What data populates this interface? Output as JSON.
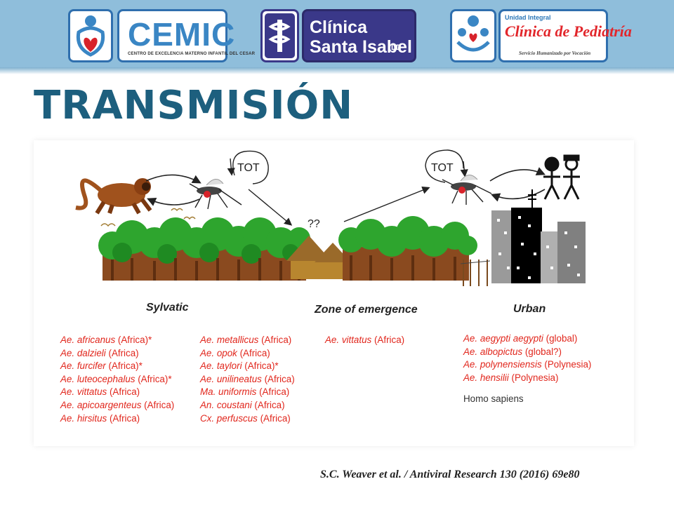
{
  "header": {
    "logos": [
      {
        "name": "cemic",
        "main": "CEMIC",
        "sub": "CENTRO DE EXCELENCIA MATERNO INFANTIL DEL CESAR"
      },
      {
        "name": "santa-isabel",
        "line1": "Clínica",
        "line2": "Santa Isabel",
        "suffix": "LD"
      },
      {
        "name": "pediatria",
        "top": "Unidad Integral",
        "main": "Clínica de Pediatría",
        "sub": "Servicio Humanizado por Vocación"
      }
    ],
    "band_color": "#8fbedb"
  },
  "title": "TRANSMISIÓN",
  "diagram": {
    "tot_left": "TOT",
    "tot_right": "TOT",
    "unknown_mark": "??",
    "zones": [
      {
        "key": "sylvatic",
        "label": "Sylvatic"
      },
      {
        "key": "emergence",
        "label": "Zone of emergence"
      },
      {
        "key": "urban",
        "label": "Urban"
      }
    ],
    "sylvatic_col1": [
      {
        "species": "Ae. africanus",
        "region": " (Africa)*"
      },
      {
        "species": "Ae. dalzieli",
        "region": " (Africa)"
      },
      {
        "species": "Ae. furcifer",
        "region": " (Africa)*"
      },
      {
        "species": "Ae. luteocephalus",
        "region": " (Africa)*"
      },
      {
        "species": "Ae. vittatus",
        "region": " (Africa)"
      },
      {
        "species": "Ae. apicoargenteus",
        "region": " (Africa)"
      },
      {
        "species": "Ae. hirsitus",
        "region": " (Africa)"
      }
    ],
    "sylvatic_col2": [
      {
        "species": "Ae. metallicus",
        "region": " (Africa)"
      },
      {
        "species": "Ae. opok",
        "region": " (Africa)"
      },
      {
        "species": "Ae. taylori",
        "region": " (Africa)*"
      },
      {
        "species": "Ae. unilineatus",
        "region": " (Africa)"
      },
      {
        "species": "Ma. uniformis",
        "region": " (Africa)"
      },
      {
        "species": "An. coustani",
        "region": " (Africa)"
      },
      {
        "species": "Cx. perfuscus",
        "region": " (Africa)"
      }
    ],
    "emergence_col": [
      {
        "species": "Ae. vittatus",
        "region": " (Africa)"
      }
    ],
    "urban_col": [
      {
        "species": "Ae. aegypti aegypti",
        "region": " (global)"
      },
      {
        "species": "Ae. albopictus",
        "region": " (global?)"
      },
      {
        "species": "Ae. polynensiensis",
        "region": " (Polynesia)"
      },
      {
        "species": "Ae. hensilii",
        "region": " (Polynesia)"
      }
    ],
    "host": "Homo sapiens",
    "colors": {
      "species": "#e1261c",
      "tree": "#2ea52e",
      "trunk": "#8a4a1f"
    }
  },
  "citation": "S.C. Weaver et al. / Antiviral Research 130 (2016) 69e80"
}
